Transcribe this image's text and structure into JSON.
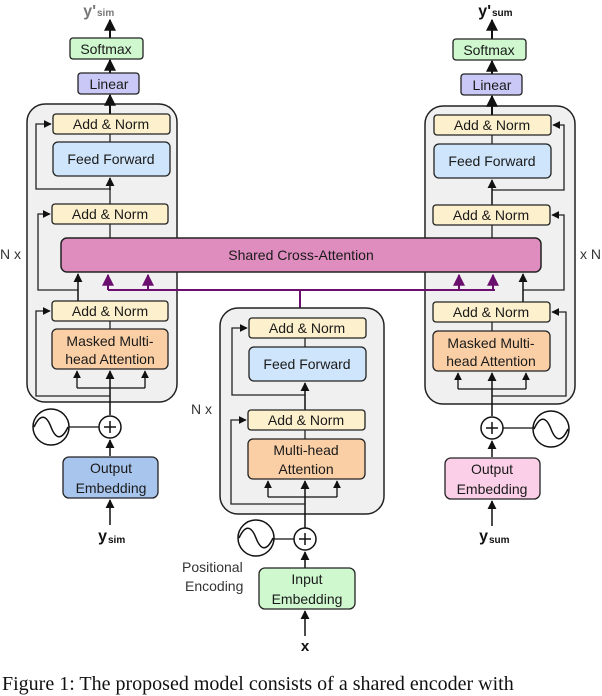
{
  "figure": {
    "colors": {
      "add_norm": "#fdf0cc",
      "feed_forward": "#cfe5fb",
      "attention": "#fbcfa6",
      "shared_cross": "#df8dbe",
      "linear": "#c9c8f6",
      "softmax": "#cff8cf",
      "input_embedding": "#cff8cf",
      "output_embedding_sim": "#a8c5ee",
      "output_embedding_sum": "#fccfe8",
      "block_bg": "#f0f0f0",
      "cross_arrow": "#6a0f6e"
    },
    "left_decoder": {
      "output_label": "y'",
      "output_sub": "sim",
      "softmax": "Softmax",
      "linear": "Linear",
      "add_norm_top": "Add & Norm",
      "feed_forward": "Feed Forward",
      "add_norm_mid": "Add & Norm",
      "add_norm_bottom": "Add & Norm",
      "masked_attention_line1": "Masked Multi-",
      "masked_attention_line2": "head Attention",
      "repeat": "N x",
      "embedding_line1": "Output",
      "embedding_line2": "Embedding",
      "input_label": "y",
      "input_sub": "sim"
    },
    "right_decoder": {
      "output_label": "y'",
      "output_sub": "sum",
      "softmax": "Softmax",
      "linear": "Linear",
      "add_norm_top": "Add & Norm",
      "feed_forward": "Feed Forward",
      "add_norm_mid": "Add & Norm",
      "add_norm_bottom": "Add & Norm",
      "masked_attention_line1": "Masked Multi-",
      "masked_attention_line2": "head Attention",
      "repeat": "x N",
      "embedding_line1": "Output",
      "embedding_line2": "Embedding",
      "input_label": "y",
      "input_sub": "sum"
    },
    "shared_cross_attention": "Shared Cross-Attention",
    "encoder": {
      "add_norm_top": "Add & Norm",
      "feed_forward": "Feed Forward",
      "add_norm_bottom": "Add & Norm",
      "attention_line1": "Multi-head",
      "attention_line2": "Attention",
      "repeat": "N x",
      "positional_line1": "Positional",
      "positional_line2": "Encoding",
      "embedding_line1": "Input",
      "embedding_line2": "Embedding",
      "input_label": "x"
    },
    "caption": "Figure 1: The proposed model consists of a shared encoder with"
  }
}
